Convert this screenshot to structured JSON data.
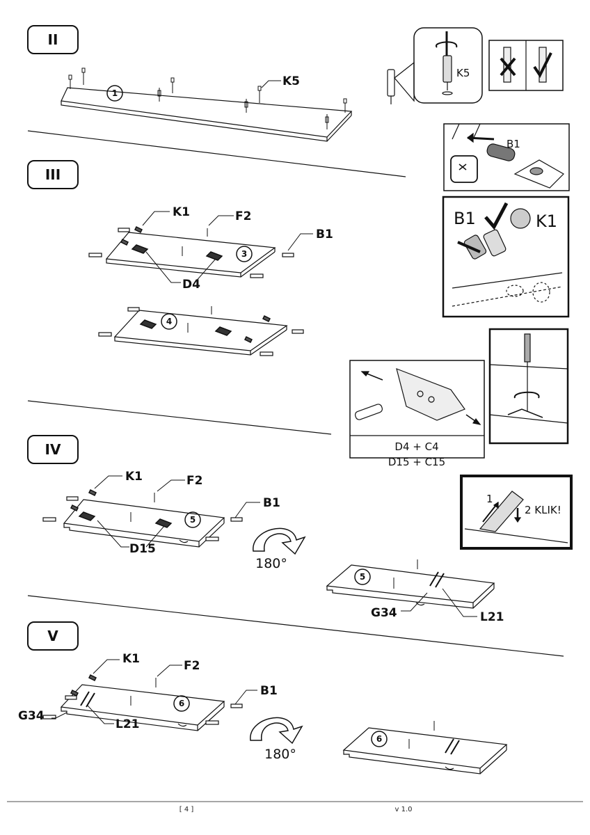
{
  "steps": {
    "s2": "II",
    "s3": "III",
    "s4": "IV",
    "s5": "V"
  },
  "step2": {
    "panel_num": "1",
    "k5": "K5",
    "detail_k5": "K5"
  },
  "step3": {
    "k1": "K1",
    "f2": "F2",
    "b1": "B1",
    "d4": "D4",
    "panel_a": "3",
    "panel_b": "4",
    "detail_b1": "B1",
    "detail_b1_big": "B1",
    "detail_k1_big": "K1"
  },
  "hinge": {
    "line1": "D4  +  C4",
    "line2": "D15  +  C15"
  },
  "step4": {
    "k1": "K1",
    "f2": "F2",
    "b1": "B1",
    "d15": "D15",
    "panel": "5",
    "rotation": "180°",
    "flipped_panel": "5",
    "g34": "G34",
    "l21": "L21",
    "klik_1": "1",
    "klik_2": "2 KLIK!"
  },
  "step5": {
    "k1": "K1",
    "f2": "F2",
    "b1": "B1",
    "g34": "G34",
    "l21": "L21",
    "panel": "6",
    "rotation": "180°",
    "flipped_panel": "6"
  },
  "footer": {
    "page": "[ 4 ]",
    "version": "v 1.0"
  }
}
